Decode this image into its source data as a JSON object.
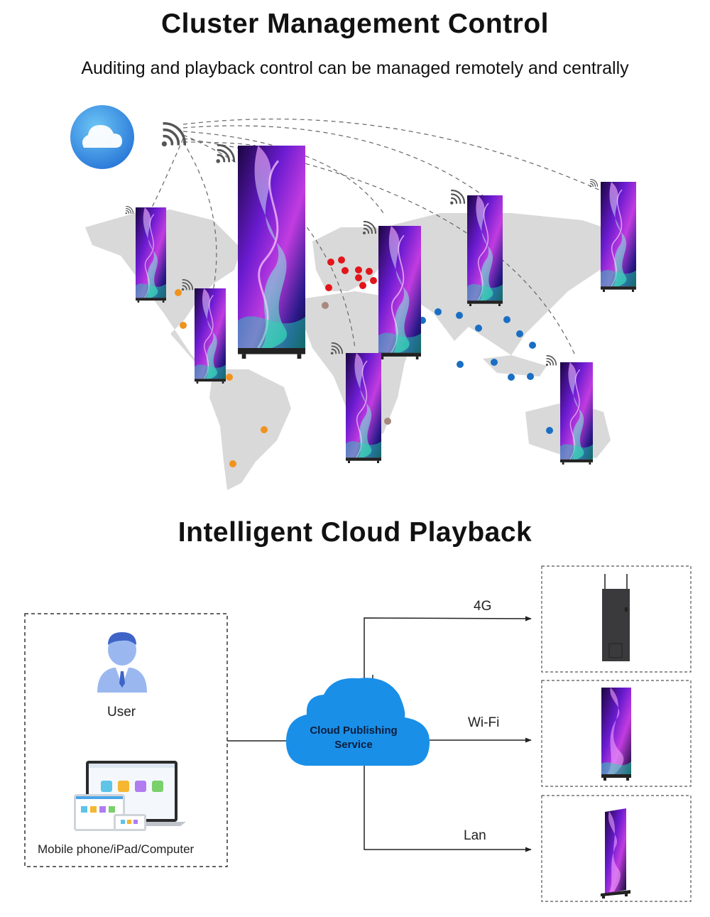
{
  "header": {
    "title": "Cluster Management Control",
    "subtitle": "Auditing and playback control can be managed remotely and centrally"
  },
  "map": {
    "cloud_icon": "cloud-icon",
    "wifi_icon": "wifi-signal-icon",
    "display_icon": "vertical-led-poster-display",
    "colors": {
      "land": "#d9d9d9",
      "europe_dots": "#e2151b",
      "americas_dots": "#f0931e",
      "asia_dots": "#1a6fc4",
      "africa_dots": "#a78a7f",
      "cloud_gradient_top": "#5fb8f0",
      "cloud_gradient_bottom": "#1e6fd8"
    }
  },
  "playback": {
    "title": "Intelligent Cloud Playback",
    "user_label": "User",
    "devices_label": "Mobile phone/iPad/Computer",
    "cloud_label_line1": "Cloud Publishing",
    "cloud_label_line2": "Service",
    "connections": [
      {
        "label": "4G"
      },
      {
        "label": "Wi-Fi"
      },
      {
        "label": "Lan"
      }
    ],
    "icons": {
      "user": "user-avatar-icon",
      "devices": "laptop-tablet-phone-icon",
      "cloud": "cloud-service-icon"
    },
    "colors": {
      "cloud": "#1a8fe8",
      "user_icon": "#9ab8ef"
    }
  }
}
